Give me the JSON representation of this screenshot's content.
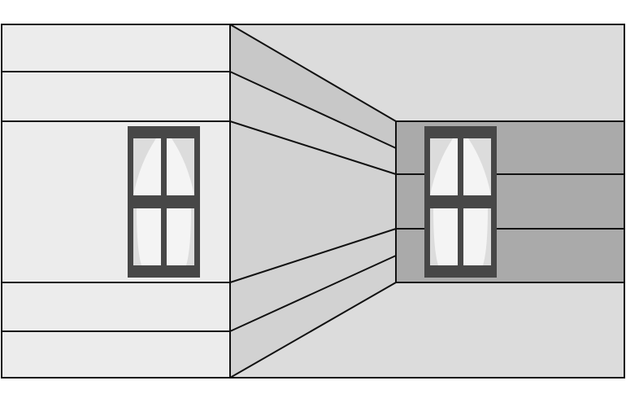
{
  "colors": {
    "background": "#ffffff",
    "left_wall": "#ececec",
    "side_wall": "#d2d2d2",
    "side_wall_top": "#c8c8c8",
    "back_wall_outer": "#dcdcdc",
    "back_wall_band": "#aaaaaa",
    "outline": "#111111",
    "window_frame": "#474747",
    "window_pane": "#f4f4f4",
    "curtain": "#d6d6d6"
  },
  "windows": [
    {
      "name": "left-window",
      "icon": "window-with-curtains"
    },
    {
      "name": "right-window",
      "icon": "window-with-curtains"
    }
  ]
}
